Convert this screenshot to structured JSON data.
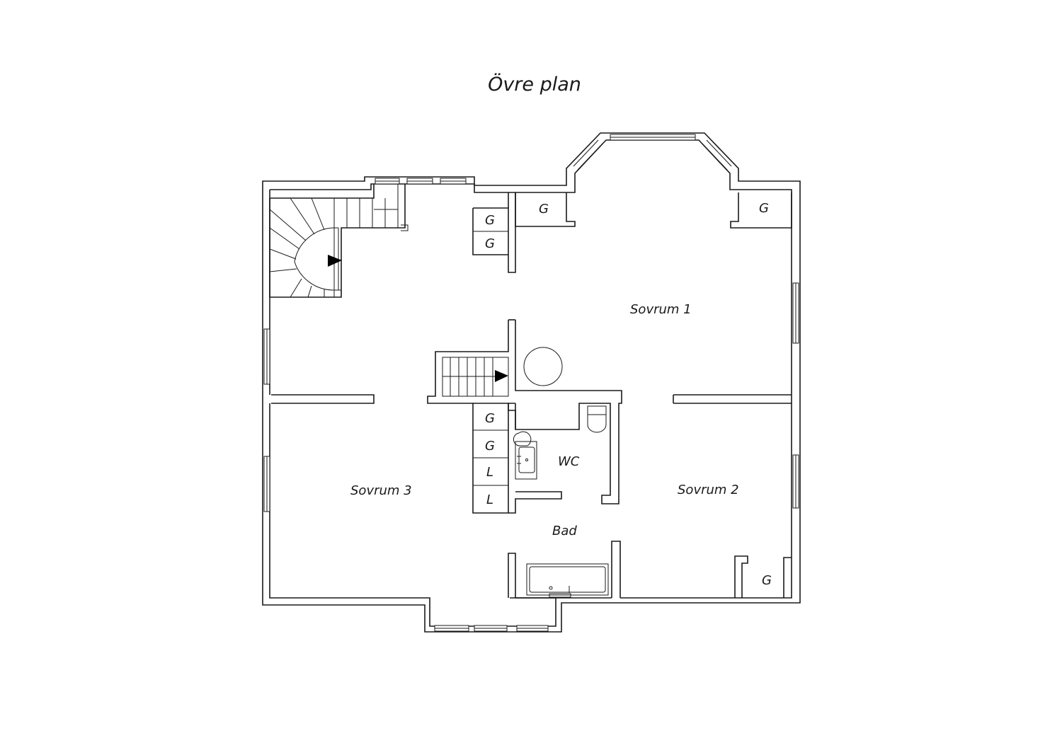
{
  "title": "Övre plan",
  "rooms": {
    "sovrum1": "Sovrum 1",
    "sovrum2": "Sovrum 2",
    "sovrum3": "Sovrum 3",
    "wc": "WC",
    "bad": "Bad"
  },
  "closets": {
    "g1": "G",
    "g2": "G",
    "g3": "G",
    "g4": "G",
    "g5": "G",
    "g6": "G",
    "g7": "G",
    "l1": "L",
    "l2": "L"
  },
  "icons": {
    "stair_arrow": "triangle-right",
    "window": "window-icon"
  },
  "colors": {
    "line": "#1a1a1a",
    "background": "#ffffff"
  }
}
